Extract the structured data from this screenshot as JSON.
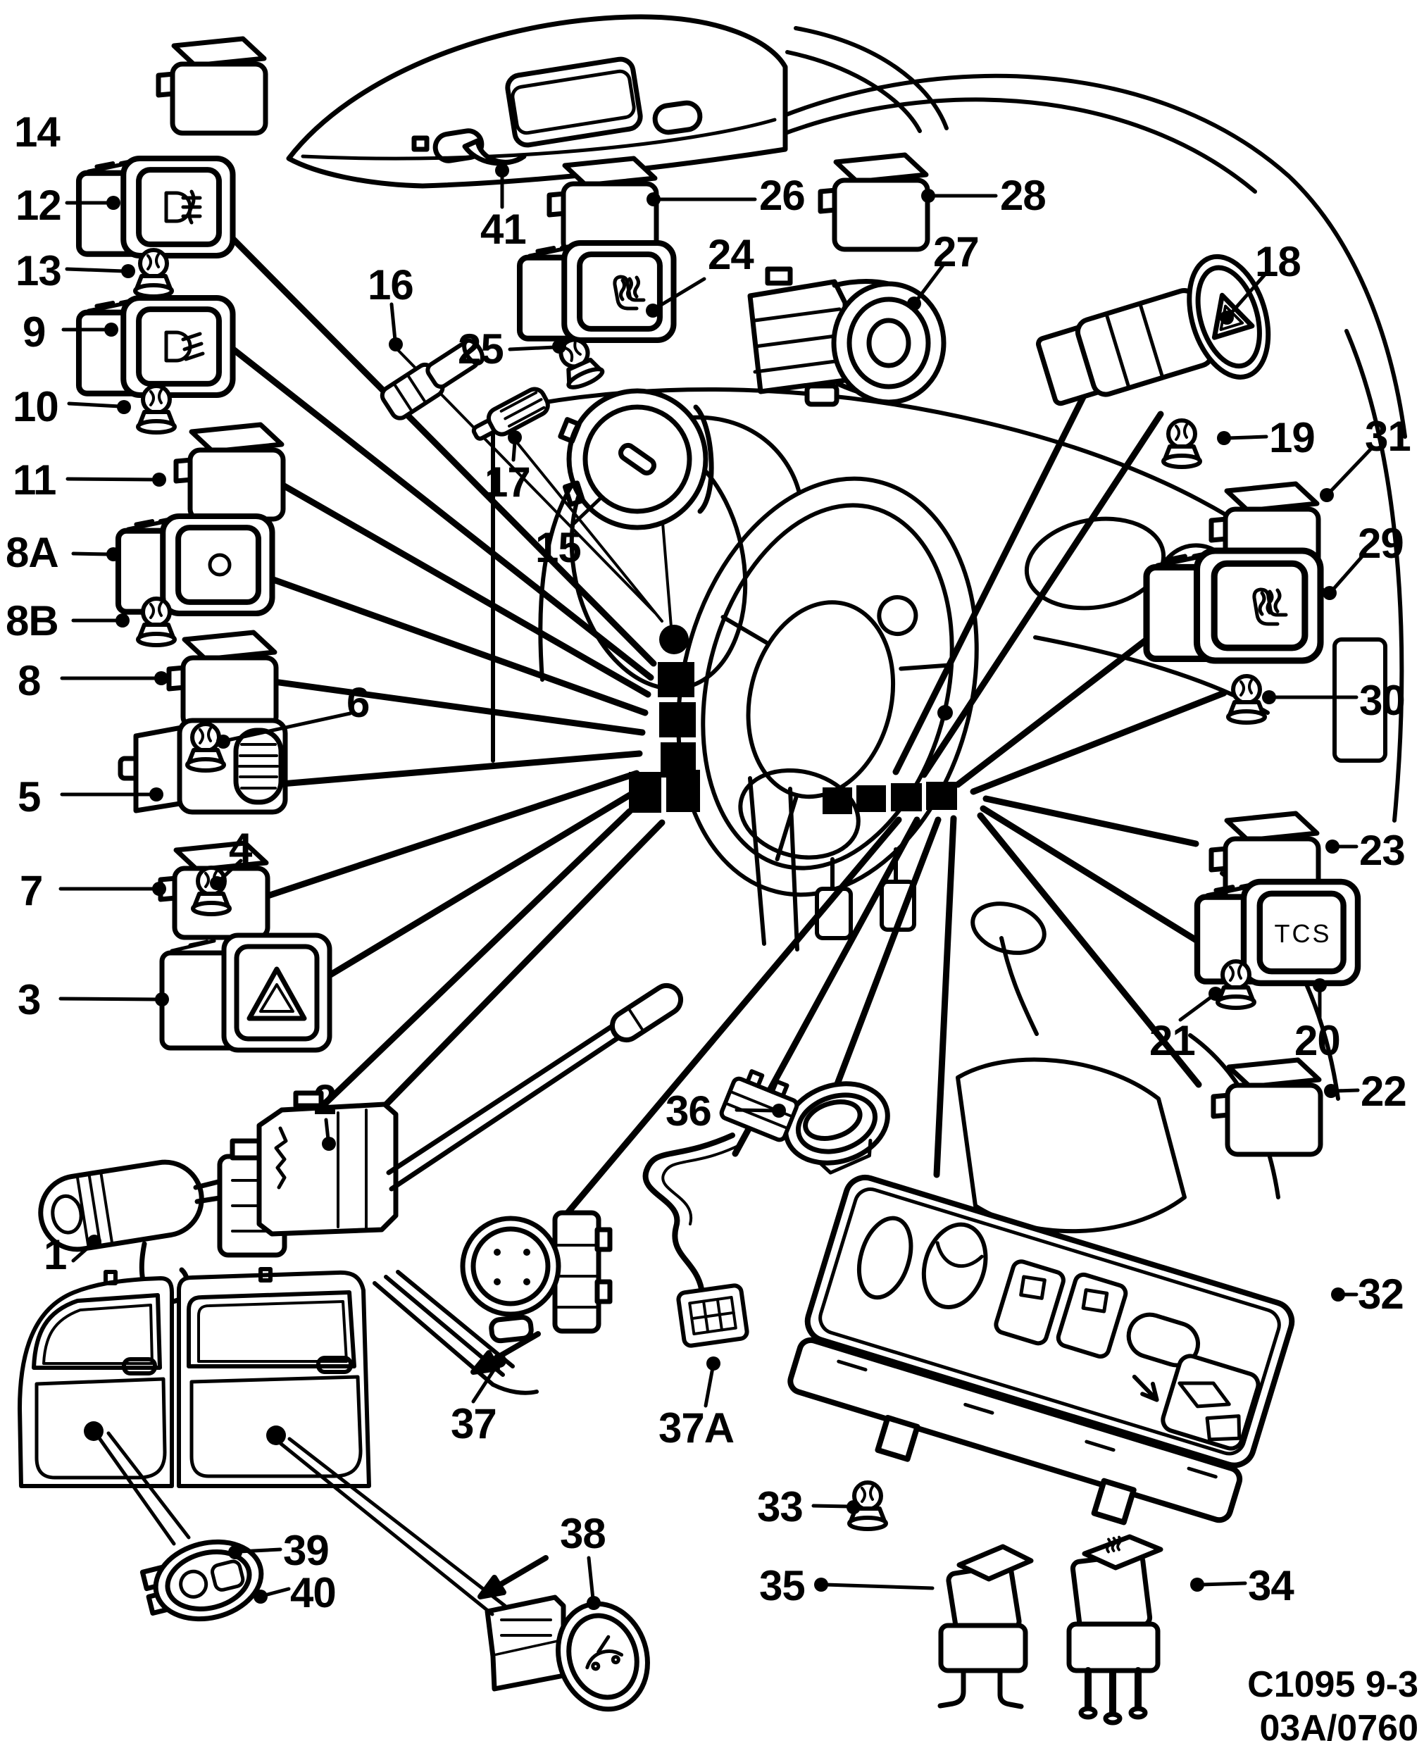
{
  "doc": {
    "kind": "parts-diagram",
    "subject": "switch and relay locations"
  },
  "footer": {
    "code": "C1095 9-3",
    "sheet": "03A/0760"
  },
  "labels": {
    "tcs": "TCS"
  },
  "icons": {
    "fog_rear": "rear-fog-light-icon",
    "fog_front": "front-fog-light-icon",
    "hazard": "hazard-triangle-icon",
    "seat_heat": "heated-seat-icon",
    "trunk_release": "trunk-open-icon",
    "arrows": "double-arrow-icon"
  },
  "callouts": {
    "1": "1",
    "2": "2",
    "3": "3",
    "4": "4",
    "5": "5",
    "6": "6",
    "7": "7",
    "8": "8",
    "8A": "8A",
    "8B": "8B",
    "9": "9",
    "10": "10",
    "11": "11",
    "12": "12",
    "13": "13",
    "14": "14",
    "15": "15",
    "16": "16",
    "17": "17",
    "18": "18",
    "19": "19",
    "20": "20",
    "21": "21",
    "22": "22",
    "23": "23",
    "24": "24",
    "25": "25",
    "26": "26",
    "27": "27",
    "28": "28",
    "29": "29",
    "30": "30",
    "31": "31",
    "32": "32",
    "33": "33",
    "34": "34",
    "35": "35",
    "36": "36",
    "37": "37",
    "37A": "37A",
    "38": "38",
    "39": "39",
    "40": "40",
    "41": "41"
  }
}
